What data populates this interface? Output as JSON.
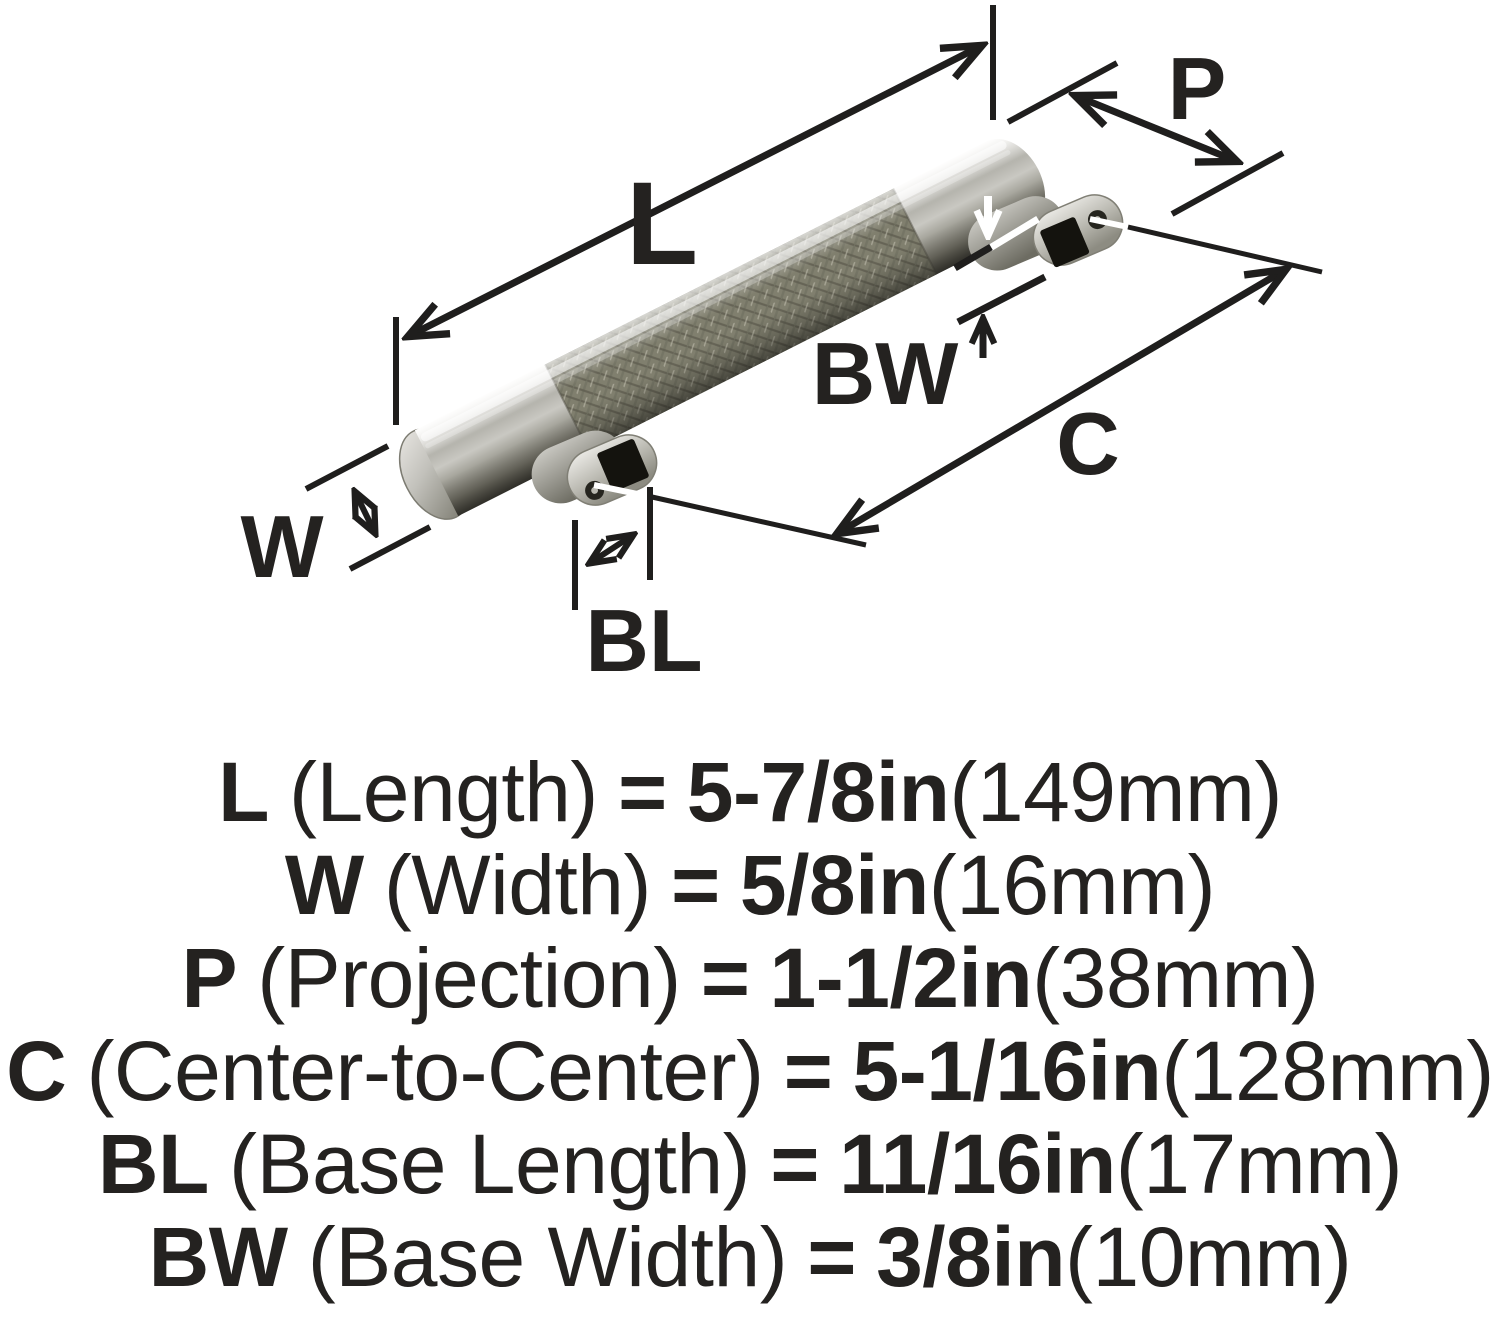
{
  "diagram": {
    "labels": {
      "length": "L",
      "width": "W",
      "projection": "P",
      "center_to_center": "C",
      "base_length": "BL",
      "base_width": "BW"
    }
  },
  "dimensions": {
    "equals": "=",
    "rows": [
      {
        "symbol": "L",
        "name": "(Length)",
        "value": "5-7/8in",
        "metric": "(149mm)"
      },
      {
        "symbol": "W",
        "name": "(Width)",
        "value": "5/8in",
        "metric": "(16mm)"
      },
      {
        "symbol": "P",
        "name": "(Projection)",
        "value": "1-1/2in",
        "metric": "(38mm)"
      },
      {
        "symbol": "C",
        "name": "(Center-to-Center)",
        "value": "5-1/16in",
        "metric": "(128mm)"
      },
      {
        "symbol": "BL",
        "name": "(Base Length)",
        "value": "11/16in",
        "metric": "(17mm)"
      },
      {
        "symbol": "BW",
        "name": "(Base Width)",
        "value": "3/8in",
        "metric": "(10mm)"
      }
    ]
  },
  "colors": {
    "background": "#ffffff",
    "line": "#1f1e1d",
    "text": "#242220",
    "metal_light": "#e8e7e3",
    "metal_mid": "#b0afa7",
    "metal_dark": "#5e5d51",
    "knurl": "#807f6e",
    "hole": "#14130e",
    "callout_white": "#ffffff"
  }
}
